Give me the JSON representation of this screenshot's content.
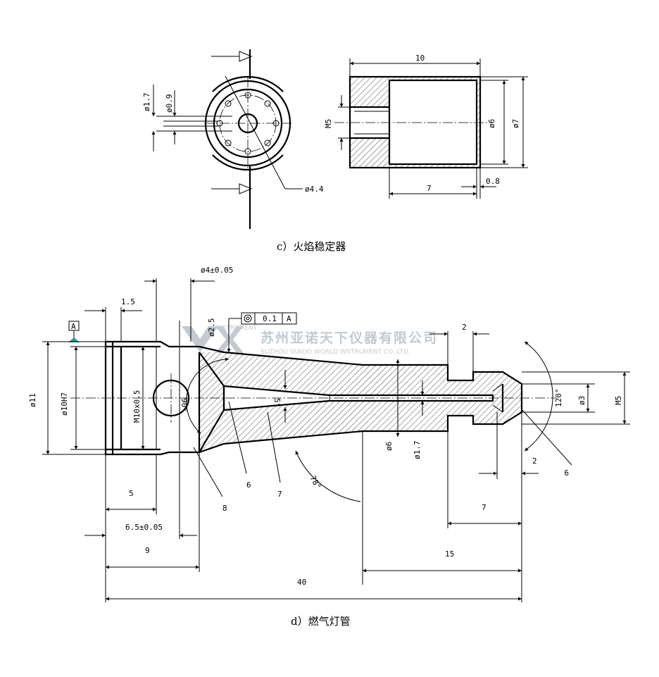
{
  "captions": {
    "c": "c）火焰稳定器",
    "d": "d）燃气灯管"
  },
  "watermark": {
    "company_cn": "苏州亚诺天下仪器有限公司",
    "company_en": "SUZHOU YANUO WORLD INSTRUMENT CO.,LTD.",
    "brand_small": "INSTRUMENT"
  },
  "stabilizer_front": {
    "dim_d17": "ø1.7",
    "dim_d09": "ø0.9",
    "dim_d44": "ø4.4"
  },
  "stabilizer_section": {
    "dim_10": "10",
    "dim_m5": "M5",
    "dim_d6": "ø6",
    "dim_d7": "ø7",
    "dim_7": "7",
    "dim_08": "0.8"
  },
  "tube": {
    "dim_d4": "ø4±0.05",
    "dim_15": "1.5",
    "dim_d25": "ø2.5",
    "datum_label": "A",
    "tol_value": "0.1",
    "tol_datum": "A",
    "dim_d11": "ø11",
    "dim_d10h7": "ø10H7",
    "dim_m10": "M10x0.5",
    "dim_90": "90°",
    "dim_5deg": "5°",
    "dim_2top": "2",
    "dim_120": "120°",
    "dim_d3": "ø3",
    "dim_m5": "M5",
    "dim_d6": "ø6",
    "dim_d17": "ø1.7",
    "dim_78": "78°",
    "dim_2bot": "2",
    "callout_6": "6",
    "callout_7": "7",
    "callout_8": "8",
    "callout_9": "9",
    "dim_5": "5",
    "dim_65": "6.5±0.05",
    "dim_9": "9",
    "dim_7": "7",
    "dim_15b": "15",
    "dim_40": "40"
  }
}
